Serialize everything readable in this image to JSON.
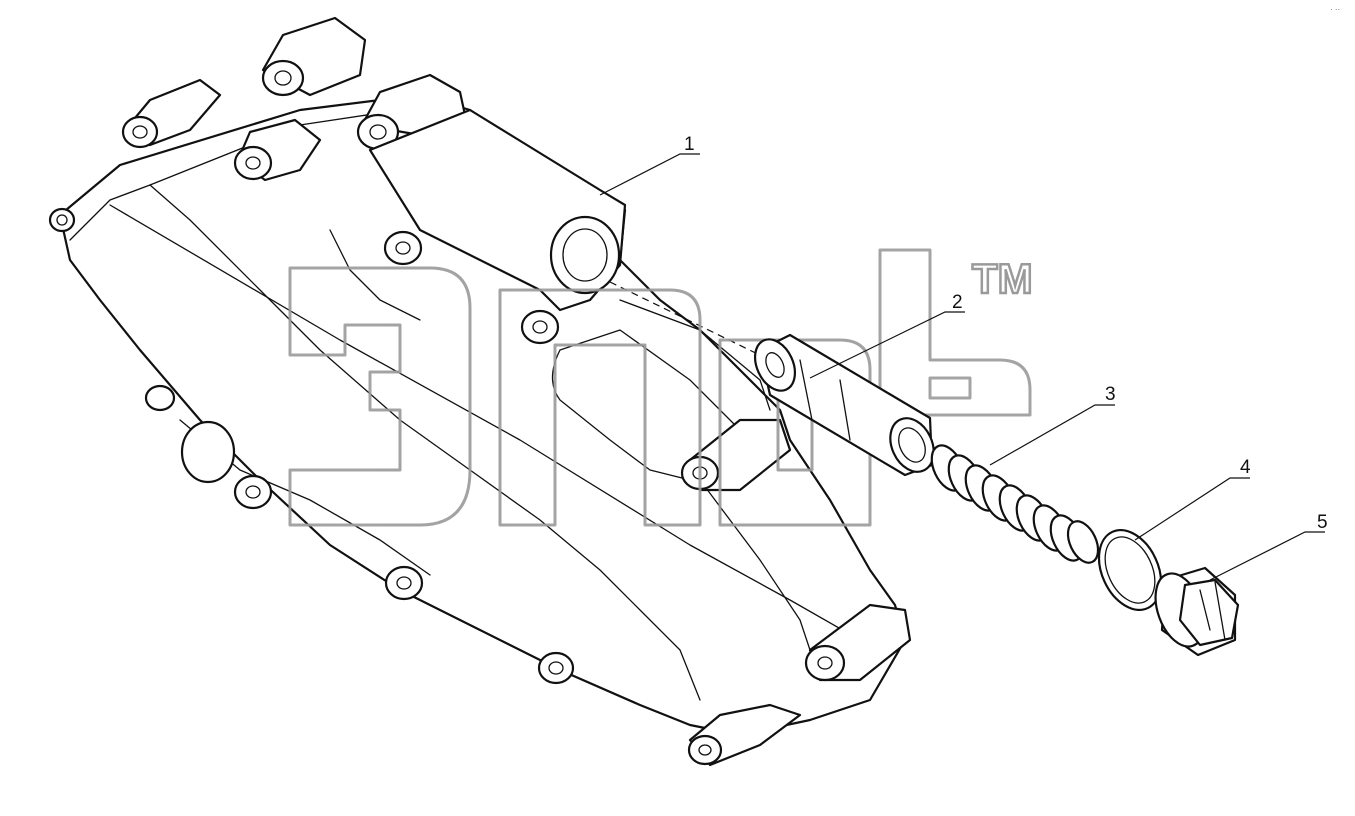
{
  "diagram": {
    "callouts": [
      {
        "label": "1",
        "part": "housing"
      },
      {
        "label": "2",
        "part": "valve-piston"
      },
      {
        "label": "3",
        "part": "spring"
      },
      {
        "label": "4",
        "part": "sealing-ring"
      },
      {
        "label": "5",
        "part": "plug-bolt"
      }
    ],
    "watermark": {
      "trademark": "TM"
    },
    "corner_mark": "· ··"
  }
}
